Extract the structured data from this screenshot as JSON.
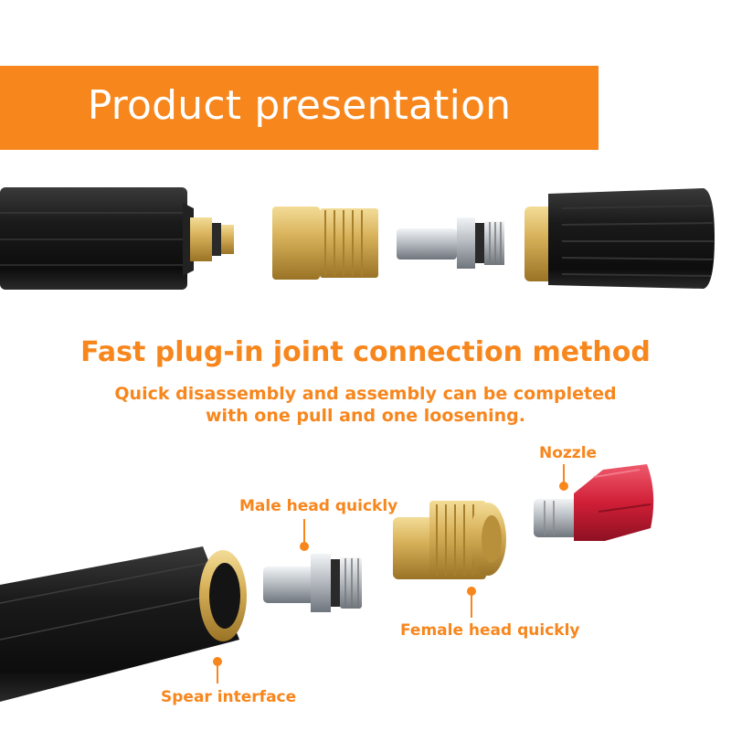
{
  "banner": {
    "title": "Product presentation",
    "color": "#f7861d"
  },
  "headline": "Fast plug-in joint connection method",
  "subtitle": {
    "line1": "Quick disassembly and assembly can be completed",
    "line2": "with one pull and one loosening."
  },
  "callouts": {
    "nozzle": "Nozzle",
    "male_head": "Male head quickly",
    "female_head": "Female head quickly",
    "spear_interface": "Spear interface"
  },
  "parts_top": [
    "spear-tube",
    "brass-female-coupler",
    "steel-male-plug",
    "rotating-nozzle"
  ],
  "parts_bottom": [
    "spear-tube",
    "steel-male-plug",
    "brass-female-coupler",
    "red-nozzle-tip"
  ],
  "colors": {
    "accent": "#f7861d",
    "brass": "#d9b45a",
    "rubber": "#1c1c1c",
    "steel": "#c9cdd2",
    "nozzle_red": "#d3223a"
  }
}
